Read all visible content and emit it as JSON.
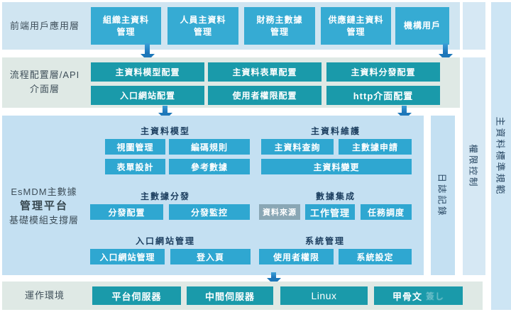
{
  "frontend": {
    "label": "前端用戶應用層",
    "boxes": [
      "組織主資料\n管理",
      "人員主資料\n管理",
      "財務主數據\n管理",
      "供應鏈主資料\n管理",
      "機構用戶"
    ]
  },
  "api_layer": {
    "label_line1": "流程配置層/API",
    "label_line2": "介面層",
    "row1": [
      "主資料模型配置",
      "主資料表單配置",
      "主資料分發配置"
    ],
    "row2": [
      "入口網站配置",
      "使用者權限配置",
      "http介面配置"
    ]
  },
  "platform": {
    "label_line1": "EsMDM主數據",
    "label_line2": "管理平台",
    "label_line3": "基礎模組支撐層",
    "sections": [
      {
        "title": "主資料模型",
        "boxes": [
          "視圖管理",
          "編碼規則",
          "表單設計",
          "參考數據"
        ]
      },
      {
        "title": "主資料維護",
        "boxes": [
          "主資料查詢",
          "主數據申請",
          "主資料變更"
        ]
      },
      {
        "title": "主數據分發",
        "boxes": [
          "分發配置",
          "分發監控"
        ]
      },
      {
        "title": "數據集成",
        "boxes": [
          "資料來源",
          "工作管理",
          "任務調度"
        ]
      },
      {
        "title": "入口網站管理",
        "boxes": [
          "入口網站管理",
          "登入頁"
        ]
      },
      {
        "title": "系統管理",
        "boxes": [
          "使用者權限",
          "系統設定"
        ]
      }
    ]
  },
  "runtime": {
    "label": "運作環境",
    "boxes": [
      "平台伺服器",
      "中間伺服器",
      "Linux",
      "甲骨文"
    ],
    "watermark": "簽し"
  },
  "side_bars": {
    "log": "日誌記錄",
    "permission": "權限控制",
    "standard": "主資料標準規範"
  },
  "colors": {
    "panel_light_blue": "#d0e5f1",
    "panel_content_blue": "#c4e0f2",
    "panel_green_gray": "#dfe9e5",
    "box_blue": "#36abd3",
    "box_teal": "#1a9aaa",
    "box_muted": "#8aa7b5",
    "arrow_blue": "#1d78ba",
    "label_text": "#3e4e59",
    "section_title_text": "#1c3e5f"
  }
}
